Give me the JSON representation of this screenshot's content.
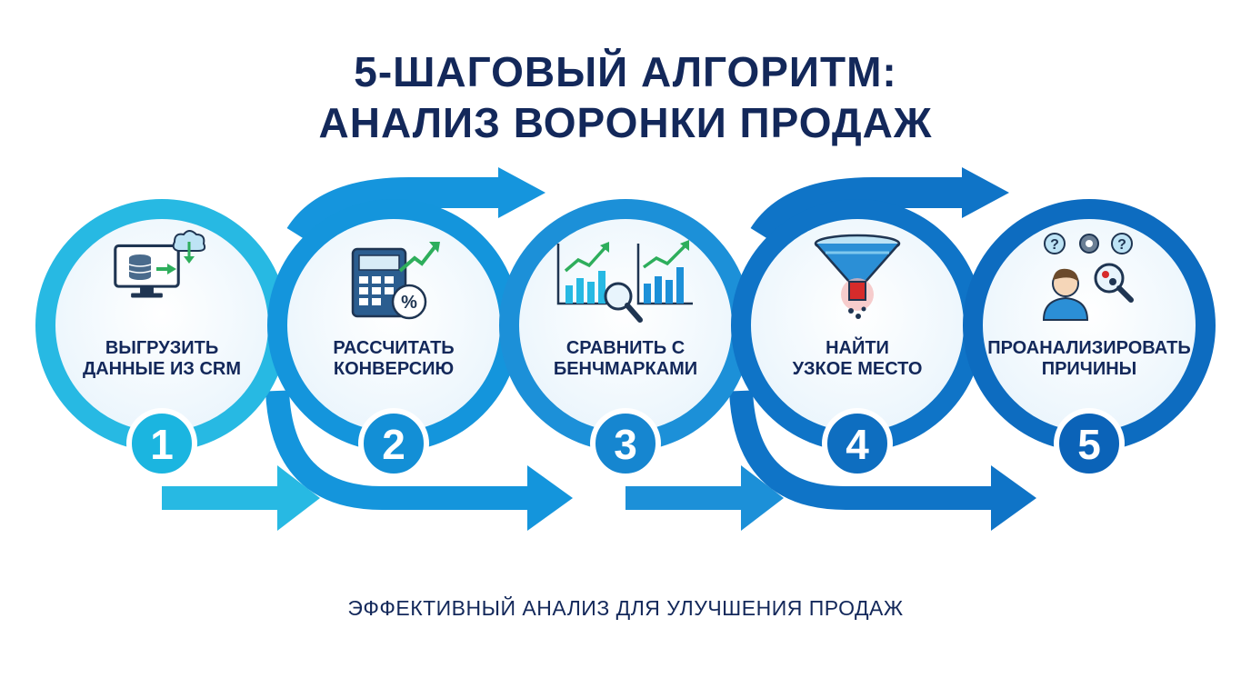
{
  "title": {
    "line1": "5-ШАГОВЫЙ АЛГОРИТМ:",
    "line2": "АНАЛИЗ ВОРОНКИ ПРОДАЖ"
  },
  "steps": [
    {
      "number": "1",
      "label_line1": "ВЫГРУЗИТЬ",
      "label_line2": "ДАННЫЕ ИЗ CRM",
      "icon": "computer-database-cloud-icon",
      "ring_color": "#27b9e3",
      "badge_color": "#1bb5e0"
    },
    {
      "number": "2",
      "label_line1": "РАССЧИТАТЬ",
      "label_line2": "КОНВЕРСИЮ",
      "icon": "calculator-percent-icon",
      "ring_color": "#1495dc",
      "badge_color": "#138fd6"
    },
    {
      "number": "3",
      "label_line1": "СРАВНИТЬ С",
      "label_line2": "БЕНЧМАРКАМИ",
      "icon": "charts-magnifier-icon",
      "ring_color": "#1c90d8",
      "badge_color": "#1686d0"
    },
    {
      "number": "4",
      "label_line1": "НАЙТИ",
      "label_line2": "УЗКОЕ МЕСТО",
      "icon": "funnel-bottleneck-icon",
      "ring_color": "#0f74c7",
      "badge_color": "#0e6ec0"
    },
    {
      "number": "5",
      "label_line1": "ПРОАНАЛИЗИРОВАТЬ",
      "label_line2": "ПРИЧИНЫ",
      "icon": "person-questions-gear-icon",
      "ring_color": "#0d6cc0",
      "badge_color": "#0b63b8"
    }
  ],
  "footer": "ЭФФЕКТИВНЫЙ АНАЛИЗ ДЛЯ УЛУЧШЕНИЯ ПРОДАЖ"
}
